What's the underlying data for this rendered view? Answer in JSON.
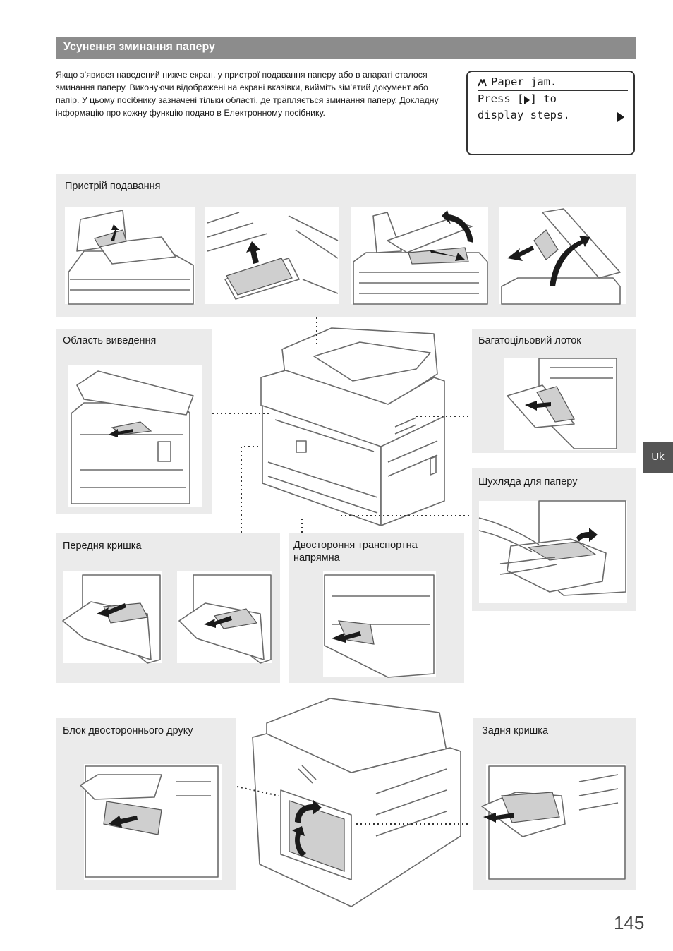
{
  "section": {
    "title": "Усунення зминання паперу"
  },
  "intro": {
    "text": "Якщо з’явився наведений нижче екран, у пристрої подавання паперу або в апараті сталося зминання паперу. Виконуючи відображені на екрані вказівки, вийміть зім’ятий документ або папір. У цьому посібнику зазначені тільки області, де трапляється зминання паперу. Докладну інформацію про кожну функцію подано в Електронному посібнику."
  },
  "lcd": {
    "line1": "Paper jam.",
    "line2": "Press [ ] to",
    "line3": "display steps.",
    "warning_icon": "paper-jam-icon",
    "arrow_icon": "right-triangle-icon"
  },
  "panels": {
    "feeder": {
      "label": "Пристрій подавання"
    },
    "output": {
      "label": "Область виведення"
    },
    "multipurpose": {
      "label": "Багатоцільовий лоток"
    },
    "drawer": {
      "label": "Шухляда для паперу"
    },
    "front_cover": {
      "label": "Передня кришка"
    },
    "duplex_path": {
      "label": "Двостороння транспортна напрямна"
    },
    "duplex_unit": {
      "label": "Блок двостороннього друку"
    },
    "rear_cover": {
      "label": "Задня кришка"
    }
  },
  "side_tab": {
    "label": "Uk"
  },
  "page": {
    "number": "145"
  }
}
